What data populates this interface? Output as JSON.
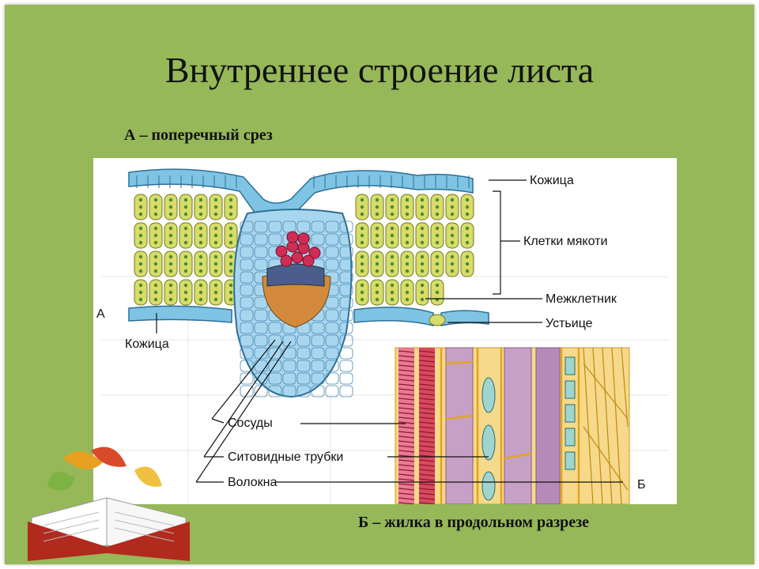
{
  "title": "Внутреннее строение листа",
  "caption_a": "А – поперечный срез",
  "caption_b": "Б – жилка в продольном разрезе",
  "figure": {
    "letter_a": "А",
    "letter_b": "Б",
    "labels": {
      "skin_top": "Кожица",
      "pulp_cells": "Клетки мякоти",
      "intercellular": "Межклетник",
      "stoma": "Устьице",
      "skin_bottom": "Кожица",
      "vessels": "Сосуды",
      "sieve_tubes": "Ситовидные трубки",
      "fibers": "Волокна"
    }
  },
  "colors": {
    "slide_background": "#96b858",
    "pulp_cells": "#d7dc6a",
    "epidermis": "#5aa7d0",
    "vein_cells": "#a9d6ef",
    "vessels": "#cf2d55",
    "sieve_tubes": "#b78aae",
    "fibers": "#f0b528"
  }
}
